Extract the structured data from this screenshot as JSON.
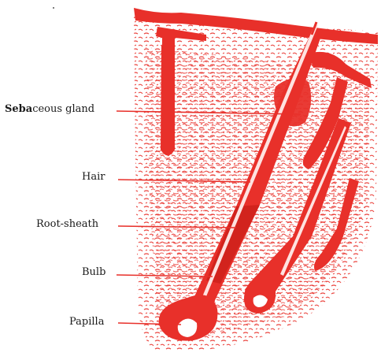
{
  "labels": {
    "sebaceous_bold": "Seba",
    "sebaceous_rest": "ceous gland",
    "hair": "Hair",
    "root_sheath": "Root-sheath",
    "bulb": "Bulb",
    "papilla": "Papilla"
  },
  "colors": {
    "tissue": "#e8302a",
    "tissue_dark": "#d2231d",
    "leader": "#e8302a",
    "text": "#1a1a1a"
  }
}
